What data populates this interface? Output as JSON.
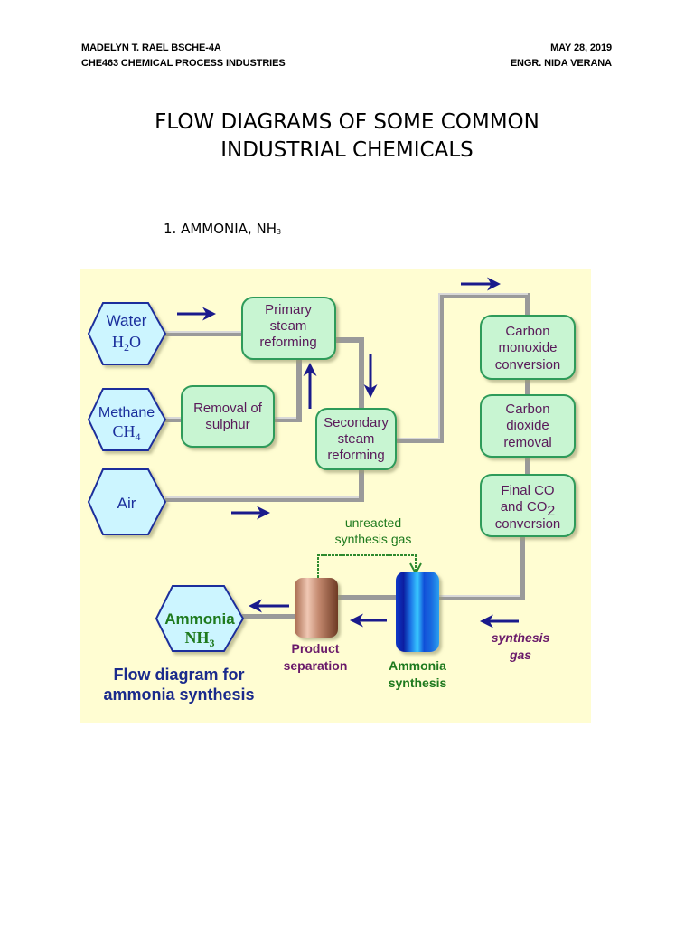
{
  "header": {
    "left_line1": "MADELYN T. RAEL BSCHE-4A",
    "left_line2": "CHE463 CHEMICAL PROCESS INDUSTRIES",
    "right_line1": "MAY 28, 2019",
    "right_line2": "ENGR. NIDA VERANA"
  },
  "title": {
    "line1": "FLOW DIAGRAMS OF SOME COMMON",
    "line2": "INDUSTRIAL CHEMICALS"
  },
  "section": {
    "label": "1. AMMONIA, NH",
    "subscript": "3"
  },
  "diagram": {
    "caption_line1": "Flow diagram for",
    "caption_line2": "ammonia synthesis",
    "inputs": {
      "water": {
        "name": "Water",
        "formula": "H",
        "formula_sub": "2",
        "formula_tail": "O"
      },
      "methane": {
        "name": "Methane",
        "formula": "CH",
        "formula_sub": "4"
      },
      "air": {
        "name": "Air"
      }
    },
    "output": {
      "name": "Ammonia",
      "formula": "NH",
      "formula_sub": "3"
    },
    "steps": {
      "primary": [
        "Primary",
        "steam",
        "reforming"
      ],
      "sulphur": [
        "Removal of",
        "sulphur"
      ],
      "secondary": [
        "Secondary",
        "steam",
        "reforming"
      ],
      "co_conversion": [
        "Carbon",
        "monoxide",
        "conversion"
      ],
      "co2_removal": [
        "Carbon",
        "dioxide",
        "removal"
      ],
      "final": [
        "Final CO",
        "and CO",
        "2",
        "conversion"
      ]
    },
    "product_separation": [
      "Product",
      "separation"
    ],
    "ammonia_synthesis": [
      "Ammonia",
      "synthesis"
    ],
    "recycle_label": [
      "unreacted",
      "synthesis gas"
    ],
    "synthesis_gas_label": [
      "synthesis",
      "gas"
    ],
    "colors": {
      "background": "#fffdd2",
      "hexagon_fill": "#ccf5ff",
      "hexagon_stroke": "#1a2e9c",
      "box_fill": "#c8f5d2",
      "box_stroke": "#2e9b5a",
      "box_text": "#5a1a5a",
      "arrow": "#1a1a8c",
      "pipe": "#9a9a9a",
      "green_text": "#1e7a1e",
      "caption": "#1a2a8c"
    }
  }
}
